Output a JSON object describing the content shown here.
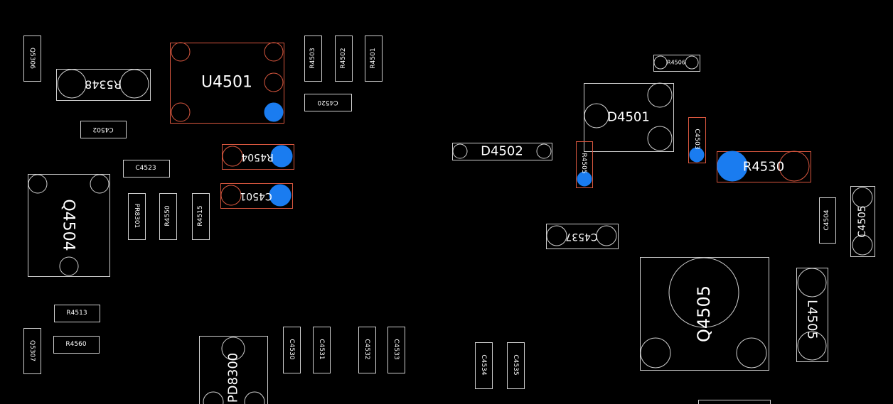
{
  "colors": {
    "background": "#000000",
    "outline": "#cfcfcf",
    "highlight": "#d9573f",
    "pin1": "#1a7cf0",
    "text": "#ffffff"
  },
  "components": [
    {
      "id": "Q5306",
      "label": "Q5306",
      "highlighted": false
    },
    {
      "id": "R5348",
      "label": "R5348",
      "highlighted": false
    },
    {
      "id": "U4501",
      "label": "U4501",
      "highlighted": true
    },
    {
      "id": "R4503",
      "label": "R4503",
      "highlighted": false
    },
    {
      "id": "R4502",
      "label": "R4502",
      "highlighted": false
    },
    {
      "id": "R4501",
      "label": "R4501",
      "highlighted": false
    },
    {
      "id": "C4520",
      "label": "C4520",
      "highlighted": false
    },
    {
      "id": "C4502",
      "label": "C4502",
      "highlighted": false
    },
    {
      "id": "R4504",
      "label": "R4504",
      "highlighted": true
    },
    {
      "id": "C4523",
      "label": "C4523",
      "highlighted": false
    },
    {
      "id": "C4501",
      "label": "C4501",
      "highlighted": true
    },
    {
      "id": "Q4504",
      "label": "Q4504",
      "highlighted": false
    },
    {
      "id": "PR8301",
      "label": "PR8301",
      "highlighted": false
    },
    {
      "id": "R4550",
      "label": "R4550",
      "highlighted": false
    },
    {
      "id": "R4515",
      "label": "R4515",
      "highlighted": false
    },
    {
      "id": "R4513",
      "label": "R4513",
      "highlighted": false
    },
    {
      "id": "R4560",
      "label": "R4560",
      "highlighted": false
    },
    {
      "id": "Q5307",
      "label": "Q5307",
      "highlighted": false
    },
    {
      "id": "PD8300",
      "label": "PD8300",
      "highlighted": false
    },
    {
      "id": "C4530",
      "label": "C4530",
      "highlighted": false
    },
    {
      "id": "C4531",
      "label": "C4531",
      "highlighted": false
    },
    {
      "id": "C4532",
      "label": "C4532",
      "highlighted": false
    },
    {
      "id": "C4533",
      "label": "C4533",
      "highlighted": false
    },
    {
      "id": "C4534",
      "label": "C4534",
      "highlighted": false
    },
    {
      "id": "C4535",
      "label": "C4535",
      "highlighted": false
    },
    {
      "id": "D4502",
      "label": "D4502",
      "highlighted": false
    },
    {
      "id": "R4506",
      "label": "R4506",
      "highlighted": false
    },
    {
      "id": "D4501",
      "label": "D4501",
      "highlighted": false
    },
    {
      "id": "R4505",
      "label": "R4505",
      "highlighted": true
    },
    {
      "id": "C4503",
      "label": "C4503",
      "highlighted": true
    },
    {
      "id": "R4530",
      "label": "R4530",
      "highlighted": true
    },
    {
      "id": "C4537",
      "label": "C4537",
      "highlighted": false
    },
    {
      "id": "C4504",
      "label": "C4504",
      "highlighted": false
    },
    {
      "id": "C4505",
      "label": "C4505",
      "highlighted": false
    },
    {
      "id": "Q4505",
      "label": "Q4505",
      "highlighted": false
    },
    {
      "id": "L4505",
      "label": "L4505",
      "highlighted": false
    },
    {
      "id": "BOTTOM-PART",
      "label": "",
      "highlighted": false
    }
  ]
}
